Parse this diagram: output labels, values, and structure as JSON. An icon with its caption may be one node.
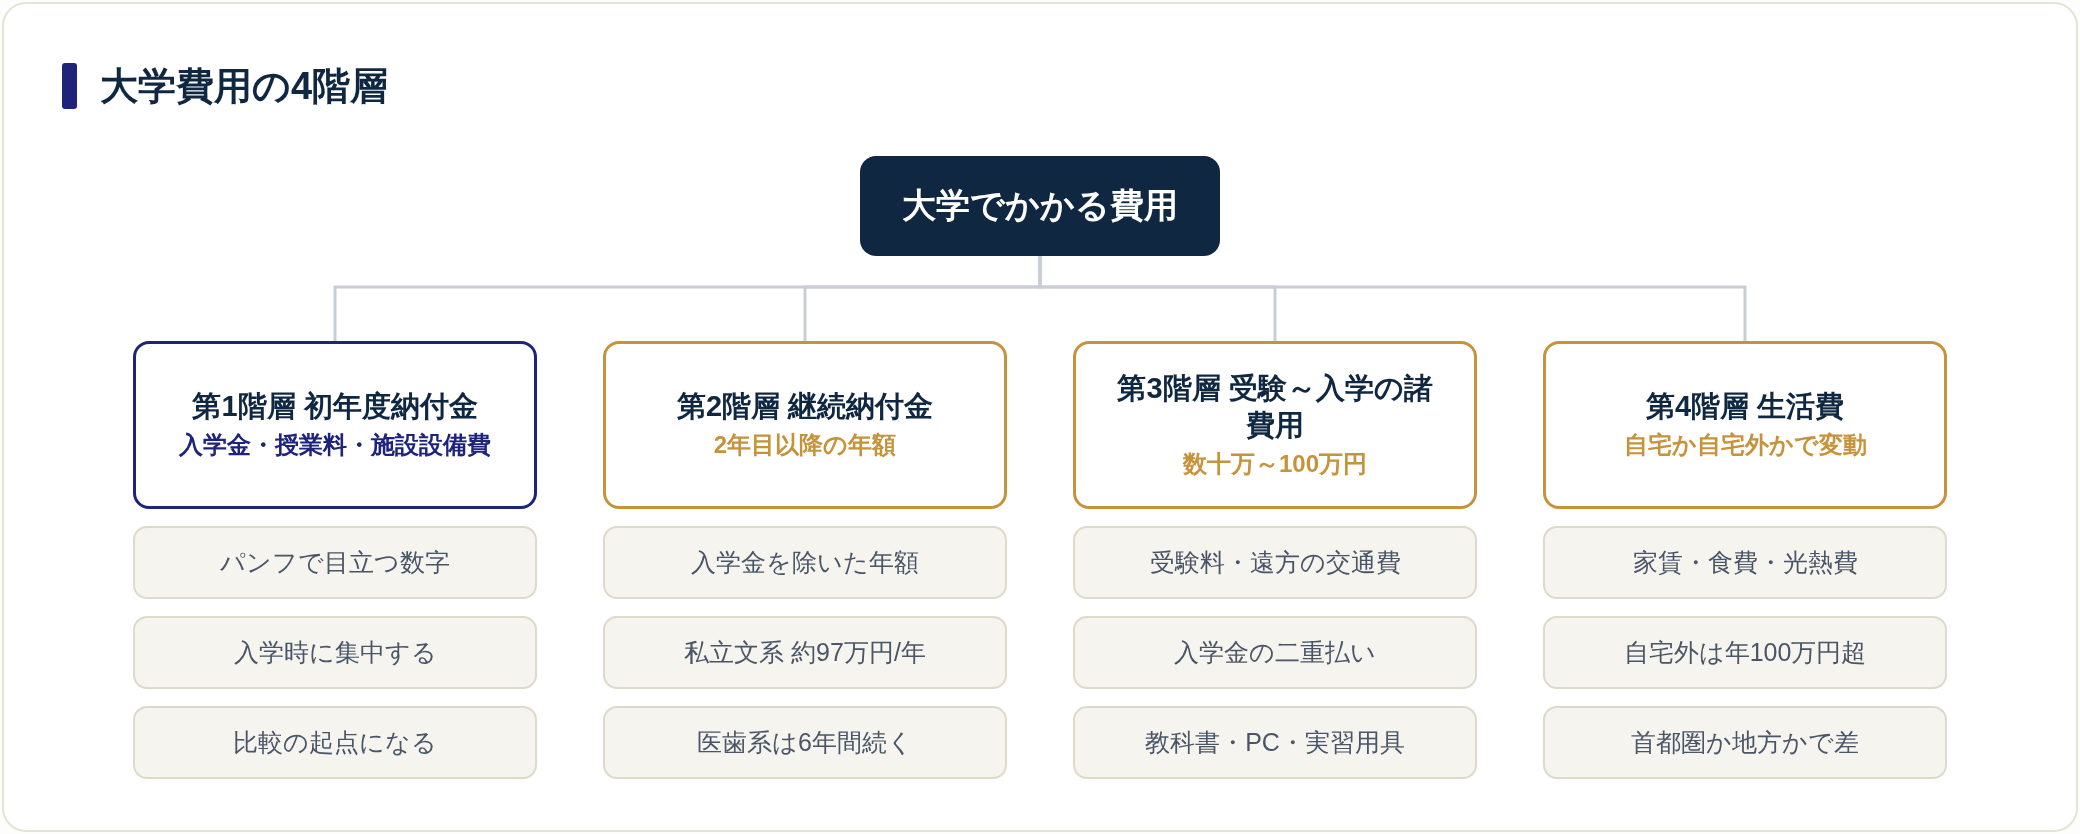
{
  "diagram": {
    "title": "大学費用の4階層",
    "nodes": [
      {
        "text": [
          "大学でかかる費用"
        ]
      },
      {
        "text": [
          "第1階層 初年度納付金",
          "入学金・授業料・施設設備費"
        ]
      },
      {
        "text": [
          "第2階層 継続納付金",
          "2年目以降の年額"
        ]
      },
      {
        "text": [
          "第3階層 受験～入学の諸費用",
          "数十万～100万円"
        ]
      },
      {
        "text": [
          "第4階層 生活費",
          "自宅か自宅外かで変動"
        ]
      },
      {
        "text": [
          "パンフで目立つ数字"
        ]
      },
      {
        "text": [
          "入学時に集中する"
        ]
      },
      {
        "text": [
          "比較の起点になる"
        ]
      },
      {
        "text": [
          "入学金を除いた年額"
        ]
      },
      {
        "text": [
          "私立文系 約97万円/年"
        ]
      },
      {
        "text": [
          "医歯系は6年間続く"
        ]
      },
      {
        "text": [
          "受験料・遠方の交通費"
        ]
      },
      {
        "text": [
          "入学金の二重払い"
        ]
      },
      {
        "text": [
          "教科書・PC・実習用具"
        ]
      },
      {
        "text": [
          "家賃・食費・光熱費"
        ]
      },
      {
        "text": [
          "自宅外は年100万円超"
        ]
      },
      {
        "text": [
          "首都圏か地方かで差"
        ]
      }
    ],
    "edges": [
      {
        "from": 0,
        "to": 1,
        "arrow": "none"
      },
      {
        "from": 0,
        "to": 2,
        "arrow": "none"
      },
      {
        "from": 0,
        "to": 3,
        "arrow": "none"
      },
      {
        "from": 0,
        "to": 4,
        "arrow": "none"
      }
    ]
  }
}
